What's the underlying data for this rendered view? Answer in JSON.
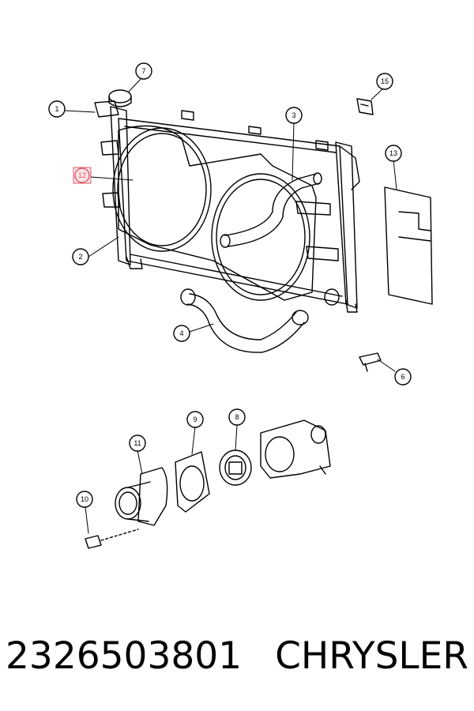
{
  "callouts": [
    {
      "id": "c1",
      "label": "1"
    },
    {
      "id": "c2",
      "label": "2"
    },
    {
      "id": "c3",
      "label": "3"
    },
    {
      "id": "c4",
      "label": "4"
    },
    {
      "id": "c6",
      "label": "6"
    },
    {
      "id": "c7",
      "label": "7"
    },
    {
      "id": "c8",
      "label": "8"
    },
    {
      "id": "c9",
      "label": "9"
    },
    {
      "id": "c10",
      "label": "10"
    },
    {
      "id": "c11",
      "label": "11"
    },
    {
      "id": "c12",
      "label": "12"
    },
    {
      "id": "c13",
      "label": "13"
    },
    {
      "id": "c15",
      "label": "15"
    }
  ],
  "highlight_color": "#e05a6a",
  "footer": {
    "part_number": "2326503801",
    "brand": "CHRYSLER"
  }
}
